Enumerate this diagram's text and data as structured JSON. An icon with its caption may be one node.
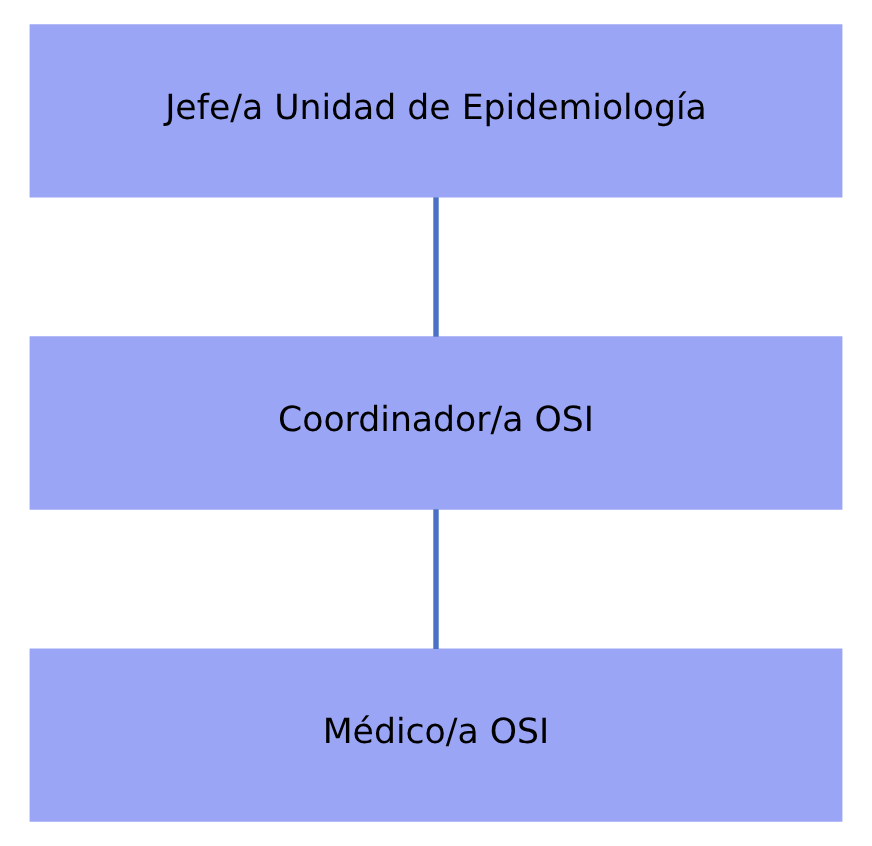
{
  "diagram": {
    "nodes": [
      {
        "text": [
          "Jefe/a Unidad de Epidemiología"
        ]
      },
      {
        "text": [
          "Coordinador/a OSI"
        ]
      },
      {
        "text": [
          "Médico/a OSI"
        ]
      }
    ],
    "edges": [
      {
        "from": 0,
        "to": 1,
        "arrow": "none"
      },
      {
        "from": 1,
        "to": 2,
        "arrow": "none"
      }
    ]
  }
}
